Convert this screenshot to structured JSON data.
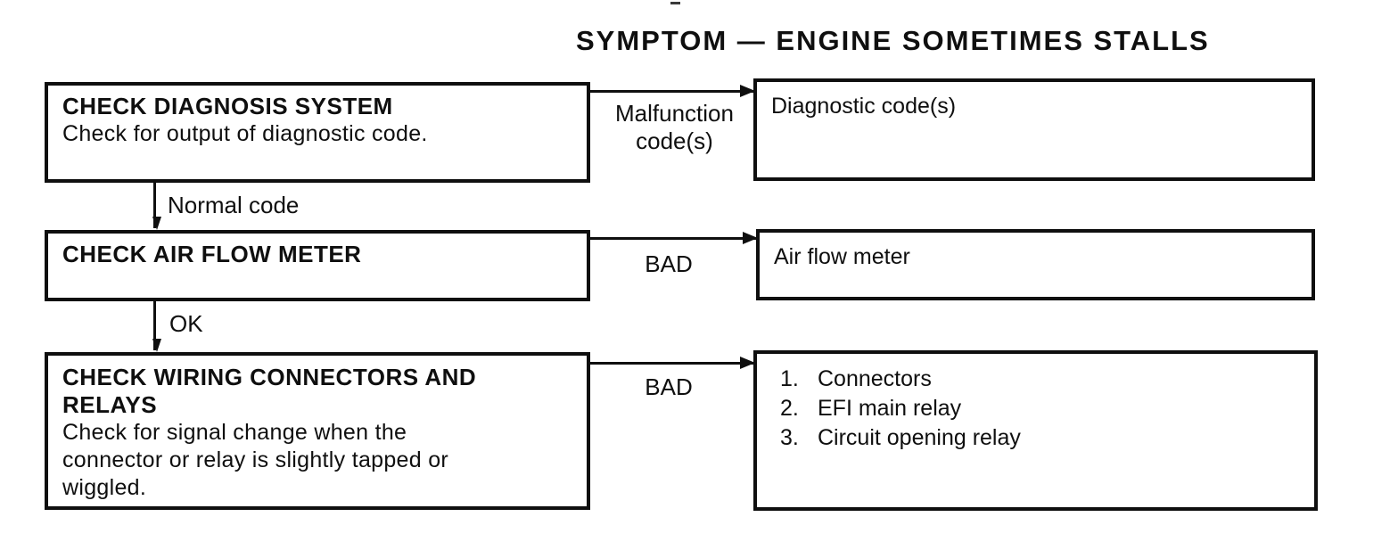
{
  "title": "SYMPTOM — ENGINE SOMETIMES STALLS",
  "colors": {
    "ink": "#0f0f0f",
    "paper": "#ffffff"
  },
  "steps": [
    {
      "heading": "CHECK DIAGNOSIS SYSTEM",
      "body": "Check for output of diagnostic code.",
      "branch_label": "Malfunction code(s)",
      "result": "Diagnostic code(s)",
      "next_label": "Normal code"
    },
    {
      "heading": "CHECK AIR FLOW METER",
      "branch_label": "BAD",
      "result": "Air flow meter",
      "next_label": "OK"
    },
    {
      "heading": "CHECK WIRING CONNECTORS AND RELAYS",
      "body": "Check for signal change when the connector or relay is slightly tapped or wiggled.",
      "branch_label": "BAD",
      "result_items": [
        {
          "number": "1.",
          "label": "Connectors"
        },
        {
          "number": "2.",
          "label": "EFI main relay"
        },
        {
          "number": "3.",
          "label": "Circuit opening relay"
        }
      ]
    }
  ]
}
